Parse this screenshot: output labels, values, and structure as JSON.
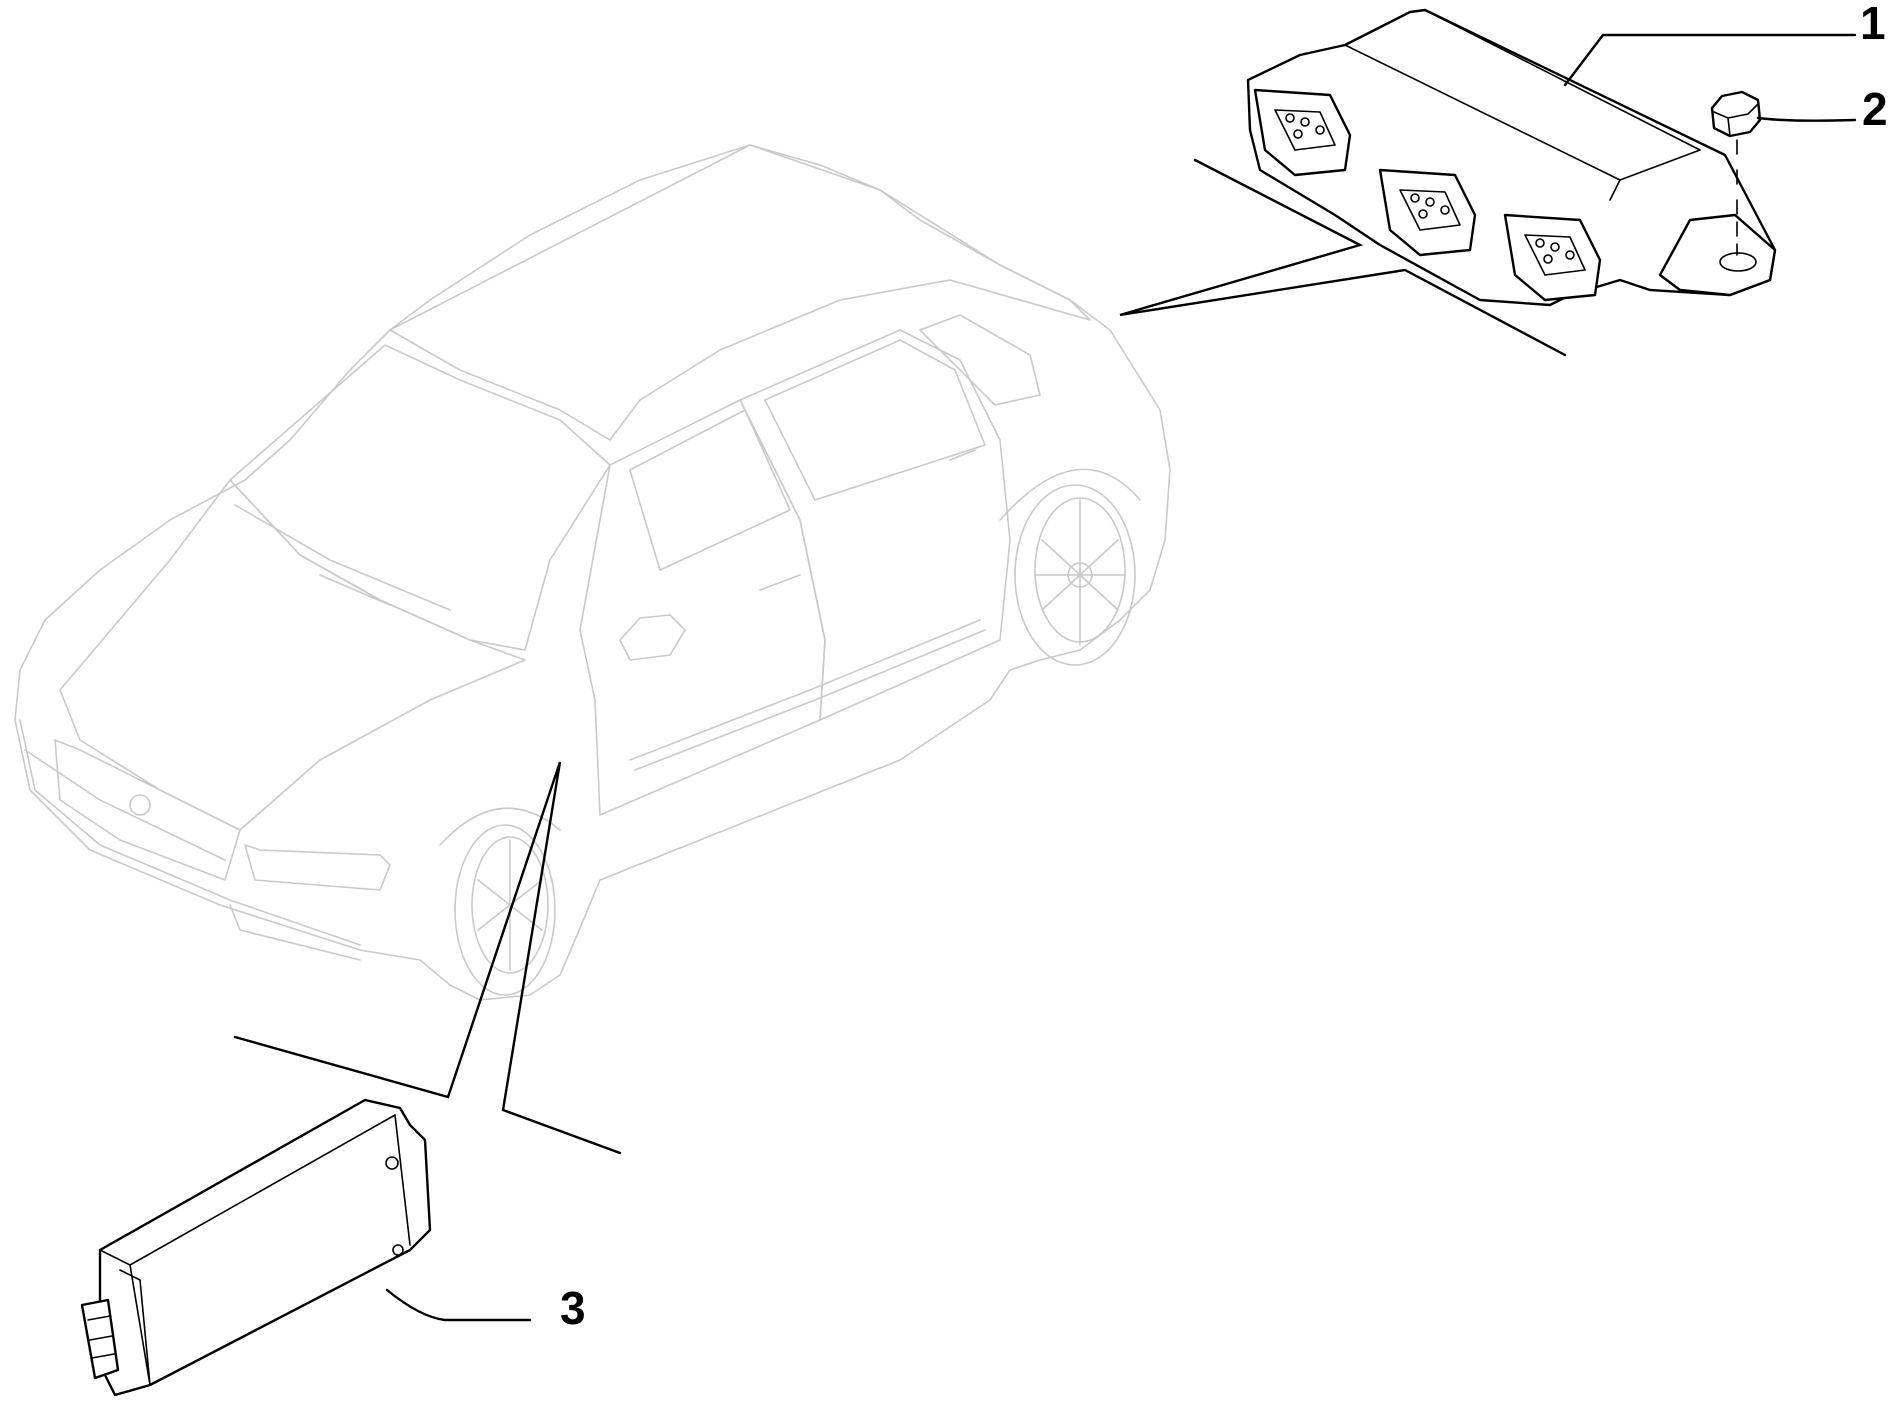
{
  "callouts": {
    "part1": "1",
    "part2": "2",
    "part3": "3"
  },
  "colors": {
    "part_stroke": "#000000",
    "vehicle_stroke": "#c9c9c9",
    "background": "#ffffff"
  }
}
